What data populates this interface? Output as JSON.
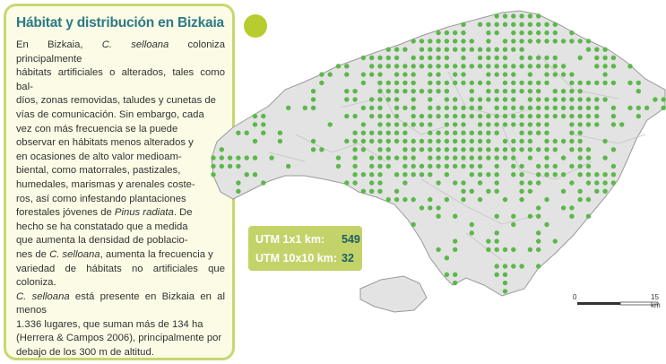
{
  "panel": {
    "title": "Hábitat y distribución en Bizkaia",
    "lines": [
      [
        {
          "t": "En Bizkaia, "
        },
        {
          "t": "C. selloana",
          "i": true
        },
        {
          "t": " coloniza principalmente"
        }
      ],
      [
        {
          "t": "hábitats artificiales o alterados, tales como bal-"
        }
      ],
      [
        {
          "t": "díos, zonas removidas, taludes y cunetas de"
        }
      ],
      [
        {
          "t": "vías de comunicación. Sin embargo, cada"
        }
      ],
      [
        {
          "t": "vez con más frecuencia se la puede"
        }
      ],
      [
        {
          "t": "observar en hábitats menos alterados y"
        }
      ],
      [
        {
          "t": "en ocasiones de alto valor medioam-"
        }
      ],
      [
        {
          "t": "biental, como matorrales, pastizales,"
        }
      ],
      [
        {
          "t": "humedales, marismas y arenales coste-"
        }
      ],
      [
        {
          "t": "ros, así como infestando plantaciones"
        }
      ],
      [
        {
          "t": "forestales jóvenes de "
        },
        {
          "t": "Pinus radiata",
          "i": true
        },
        {
          "t": ". De"
        }
      ],
      [
        {
          "t": "hecho se ha constatado que a medida"
        }
      ],
      [
        {
          "t": "que aumenta la densidad de poblacio-"
        }
      ],
      [
        {
          "t": "nes de "
        },
        {
          "t": "C. selloana",
          "i": true
        },
        {
          "t": ", aumenta la frecuencia y"
        }
      ],
      [
        {
          "t": "variedad de hábitats no artificiales que coloniza."
        }
      ],
      [
        {
          "t": "C. selloana",
          "i": true
        },
        {
          "t": " está presente en Bizkaia en al menos"
        }
      ],
      [
        {
          "t": "1.336 lugares, que suman más de 134 ha"
        }
      ],
      [
        {
          "t": "(Herrera & Campos 2006), principalmente por"
        }
      ],
      [
        {
          "t": "debajo de los 300 m de altitud."
        }
      ]
    ]
  },
  "utm": {
    "row1_label": "UTM 1x1 km:",
    "row1_value": "549",
    "row2_label": "UTM 10x10 km:",
    "row2_value": "32"
  },
  "scale": {
    "start_label": "0",
    "end_label": "15 km"
  },
  "colors": {
    "accent": "#b7cc2e",
    "title": "#2c7a84",
    "dot": "#5bb84a",
    "land": "#e3e3e3",
    "border": "#9a9a9a"
  }
}
